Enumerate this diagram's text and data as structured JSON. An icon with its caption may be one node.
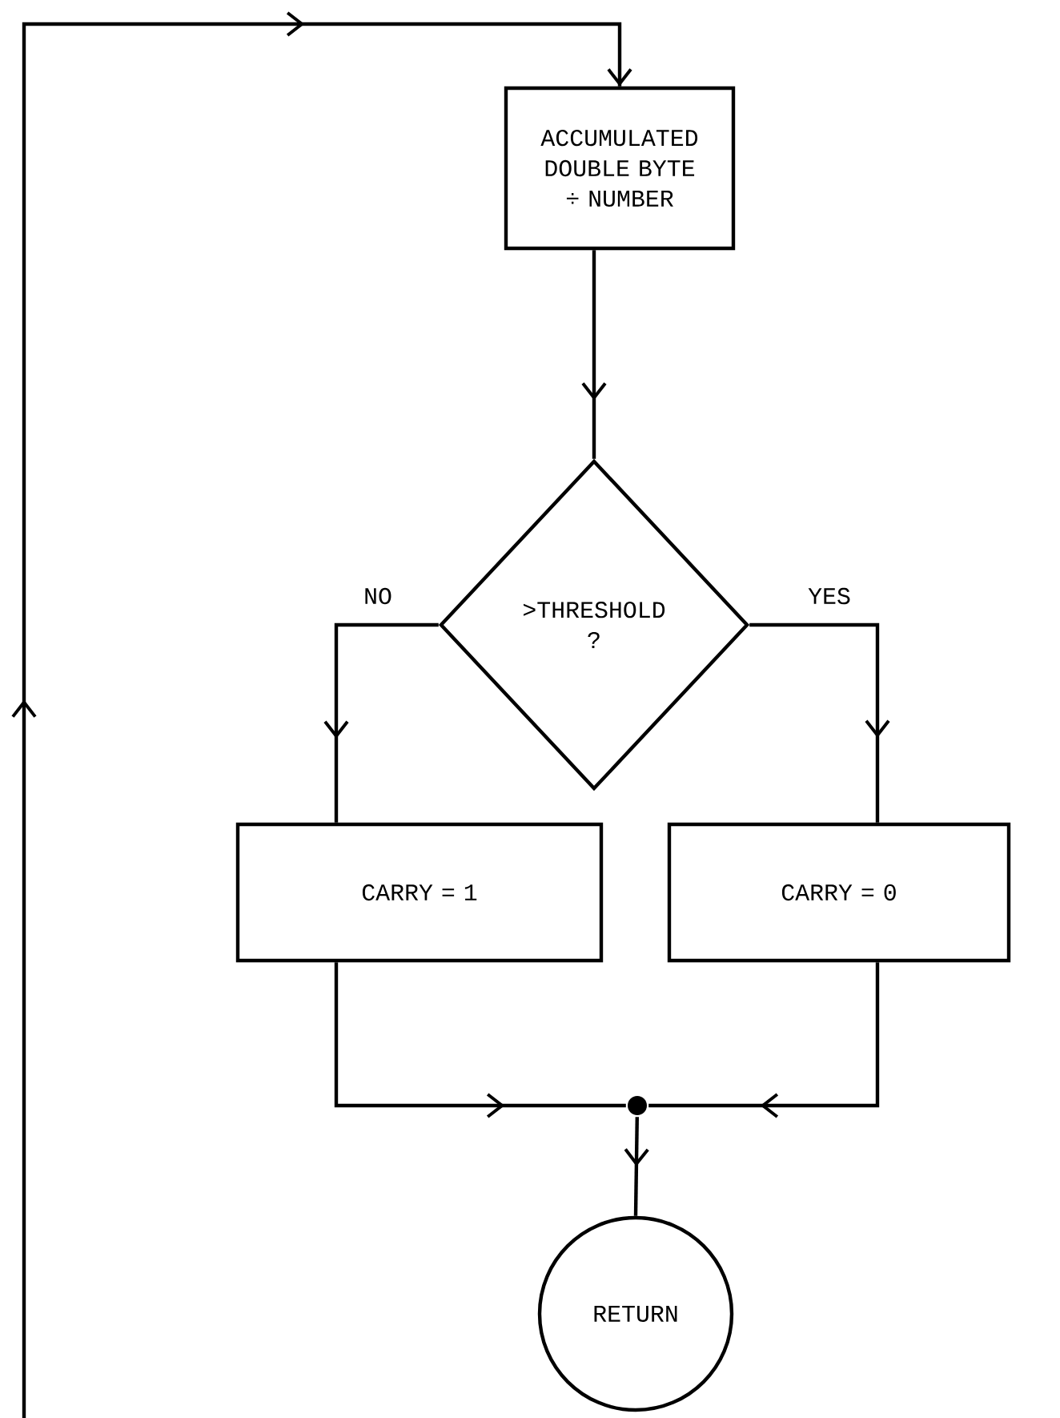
{
  "diagram": {
    "nodes": [
      {
        "text": [
          "ACCUMULATED DOUBLE BYTE ÷ NUMBER"
        ]
      },
      {
        "text": [
          ">THRESHOLD ?"
        ]
      },
      {
        "text": [
          "CARRY = 1"
        ]
      },
      {
        "text": [
          "CARRY = 0"
        ]
      },
      {
        "text": [],
        "shape": "circle"
      },
      {
        "text": [
          "RETURN"
        ]
      }
    ],
    "edges": [
      {
        "from": 0,
        "to": 1,
        "arrow": "to"
      },
      {
        "from": 1,
        "to": 2,
        "arrow": "to",
        "label": "NO"
      },
      {
        "from": 1,
        "to": 3,
        "arrow": "to",
        "label": "YES"
      },
      {
        "from": 2,
        "to": 4,
        "arrow": "to"
      },
      {
        "from": 3,
        "to": 4,
        "arrow": "to"
      },
      {
        "from": 4,
        "to": 5,
        "arrow": "to"
      },
      {
        "from": null,
        "to": 0,
        "arrow": "to"
      }
    ]
  }
}
